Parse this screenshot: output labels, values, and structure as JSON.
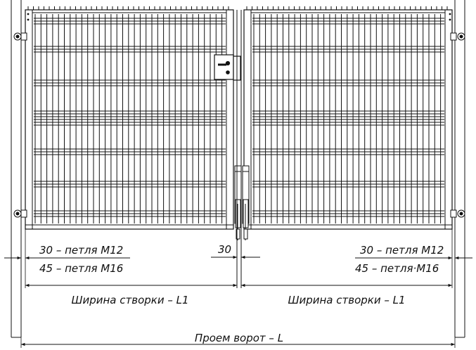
{
  "drawing": {
    "hinge_left_top": "30 – петля М12",
    "hinge_left_bottom": "45 – петля М16",
    "gap_label": "30",
    "hinge_right_top": "30 – петля М12",
    "hinge_right_bottom": "45 – петля·М16",
    "leaf_width_left": "Ширина створки – L1",
    "leaf_width_right": "Ширина створки – L1",
    "opening_width": "Проем ворот – L"
  },
  "colors": {
    "line": "#111111",
    "background": "#ffffff"
  }
}
